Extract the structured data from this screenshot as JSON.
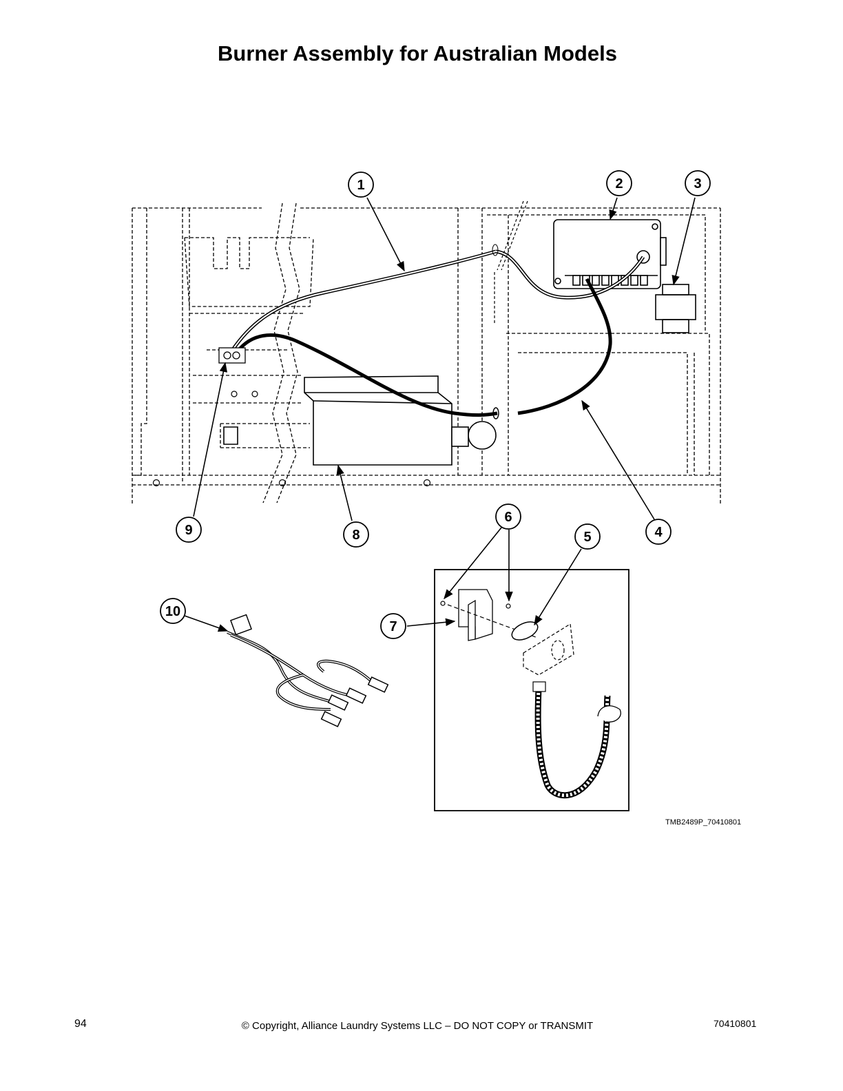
{
  "page": {
    "title": "Burner Assembly for Australian Models",
    "drawing_id": "TMB2489P_70410801",
    "page_number": "94",
    "copyright": "© Copyright, Alliance Laundry Systems LLC – DO NOT COPY or TRANSMIT",
    "document_number": "70410801"
  },
  "callouts": [
    {
      "id": "callout-1",
      "number": "1"
    },
    {
      "id": "callout-2",
      "number": "2"
    },
    {
      "id": "callout-3",
      "number": "3"
    },
    {
      "id": "callout-4",
      "number": "4"
    },
    {
      "id": "callout-5",
      "number": "5"
    },
    {
      "id": "callout-6",
      "number": "6"
    },
    {
      "id": "callout-7",
      "number": "7"
    },
    {
      "id": "callout-8",
      "number": "8"
    },
    {
      "id": "callout-9",
      "number": "9"
    },
    {
      "id": "callout-10",
      "number": "10"
    }
  ]
}
